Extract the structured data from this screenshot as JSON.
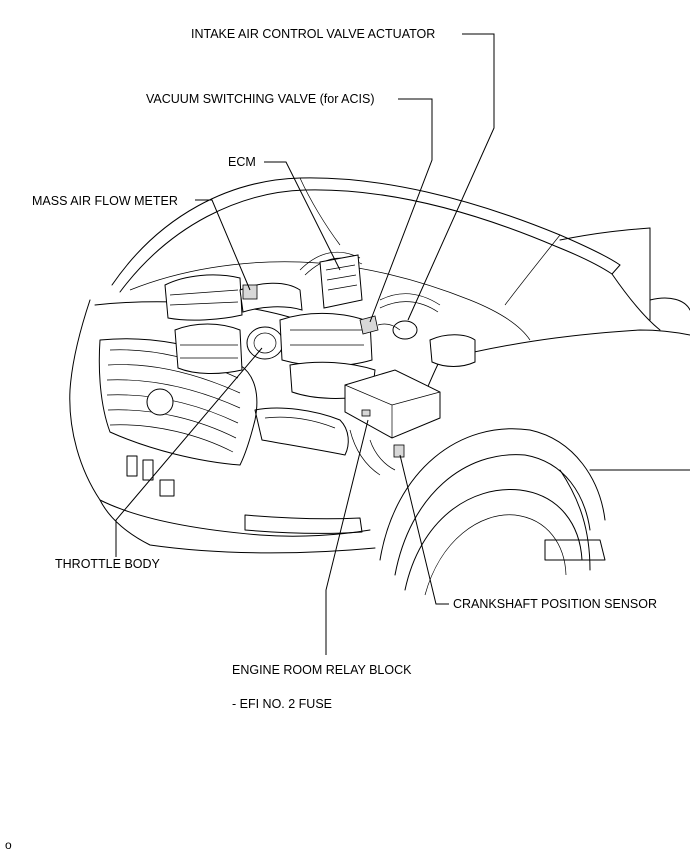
{
  "labels": {
    "intake_air_control_valve_actuator": "INTAKE AIR CONTROL VALVE ACTUATOR",
    "vacuum_switching_valve": "VACUUM SWITCHING VALVE (for ACIS)",
    "ecm": "ECM",
    "mass_air_flow_meter": "MASS AIR FLOW METER",
    "throttle_body": "THROTTLE BODY",
    "crankshaft_position_sensor": "CRANKSHAFT POSITION SENSOR",
    "engine_room_relay_block": "ENGINE ROOM RELAY BLOCK",
    "efi_no2_fuse": "- EFI NO. 2 FUSE"
  },
  "footer": {
    "corner_mark": "o"
  }
}
